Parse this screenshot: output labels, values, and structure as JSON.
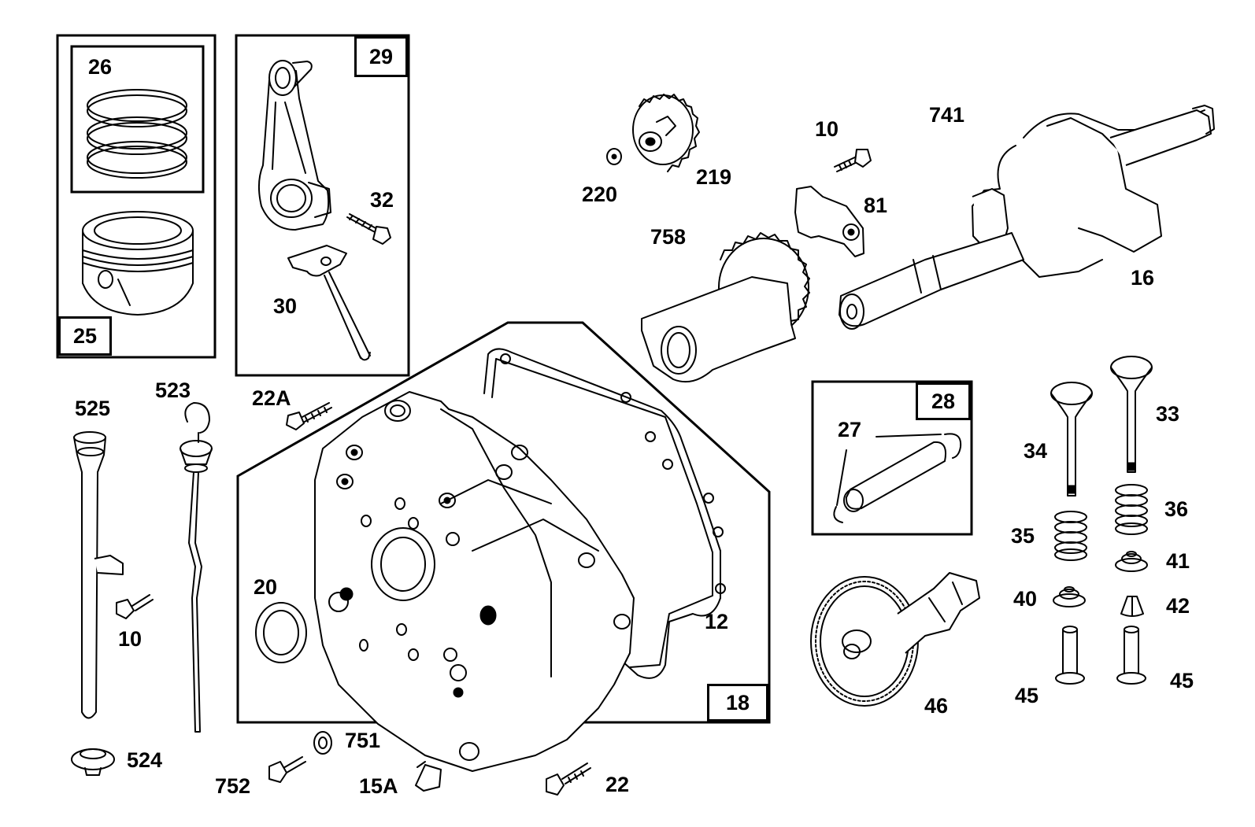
{
  "diagram": {
    "group_boxes": [
      {
        "id": "25",
        "label": "25"
      },
      {
        "id": "26",
        "label": "26"
      },
      {
        "id": "29",
        "label": "29"
      },
      {
        "id": "28",
        "label": "28"
      },
      {
        "id": "18",
        "label": "18"
      }
    ],
    "part_labels": {
      "p26": "26",
      "p32": "32",
      "p30": "30",
      "p10a": "10",
      "p741": "741",
      "p220": "220",
      "p219": "219",
      "p81": "81",
      "p758": "758",
      "p16": "16",
      "p525": "525",
      "p523": "523",
      "p22A": "22A",
      "p27": "27",
      "p33": "33",
      "p34": "34",
      "p36": "36",
      "p35": "35",
      "p41": "41",
      "p40": "40",
      "p42": "42",
      "p45a": "45",
      "p45b": "45",
      "p46": "46",
      "p20": "20",
      "p10b": "10",
      "p12": "12",
      "p524": "524",
      "p751": "751",
      "p752": "752",
      "p15A": "15A",
      "p22": "22"
    }
  }
}
